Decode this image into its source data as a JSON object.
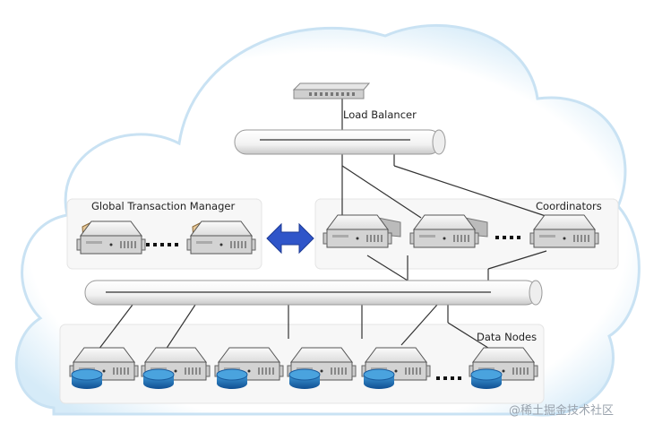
{
  "labels": {
    "load_balancer": "Load Balancer",
    "gtm": "Global Transaction Manager",
    "coordinators": "Coordinators",
    "data_nodes": "Data Nodes"
  },
  "watermark": "@稀土掘金技术社区",
  "colors": {
    "cloud_edge": "#cfe6f5",
    "arrow": "#2f55c9",
    "disk": "#1f6fb5",
    "server": "#d9d9d9",
    "gtm_tab": "#e8c99a"
  },
  "counts": {
    "gtm_servers_shown": 2,
    "coordinators_shown": 3,
    "data_nodes_shown": 6
  }
}
